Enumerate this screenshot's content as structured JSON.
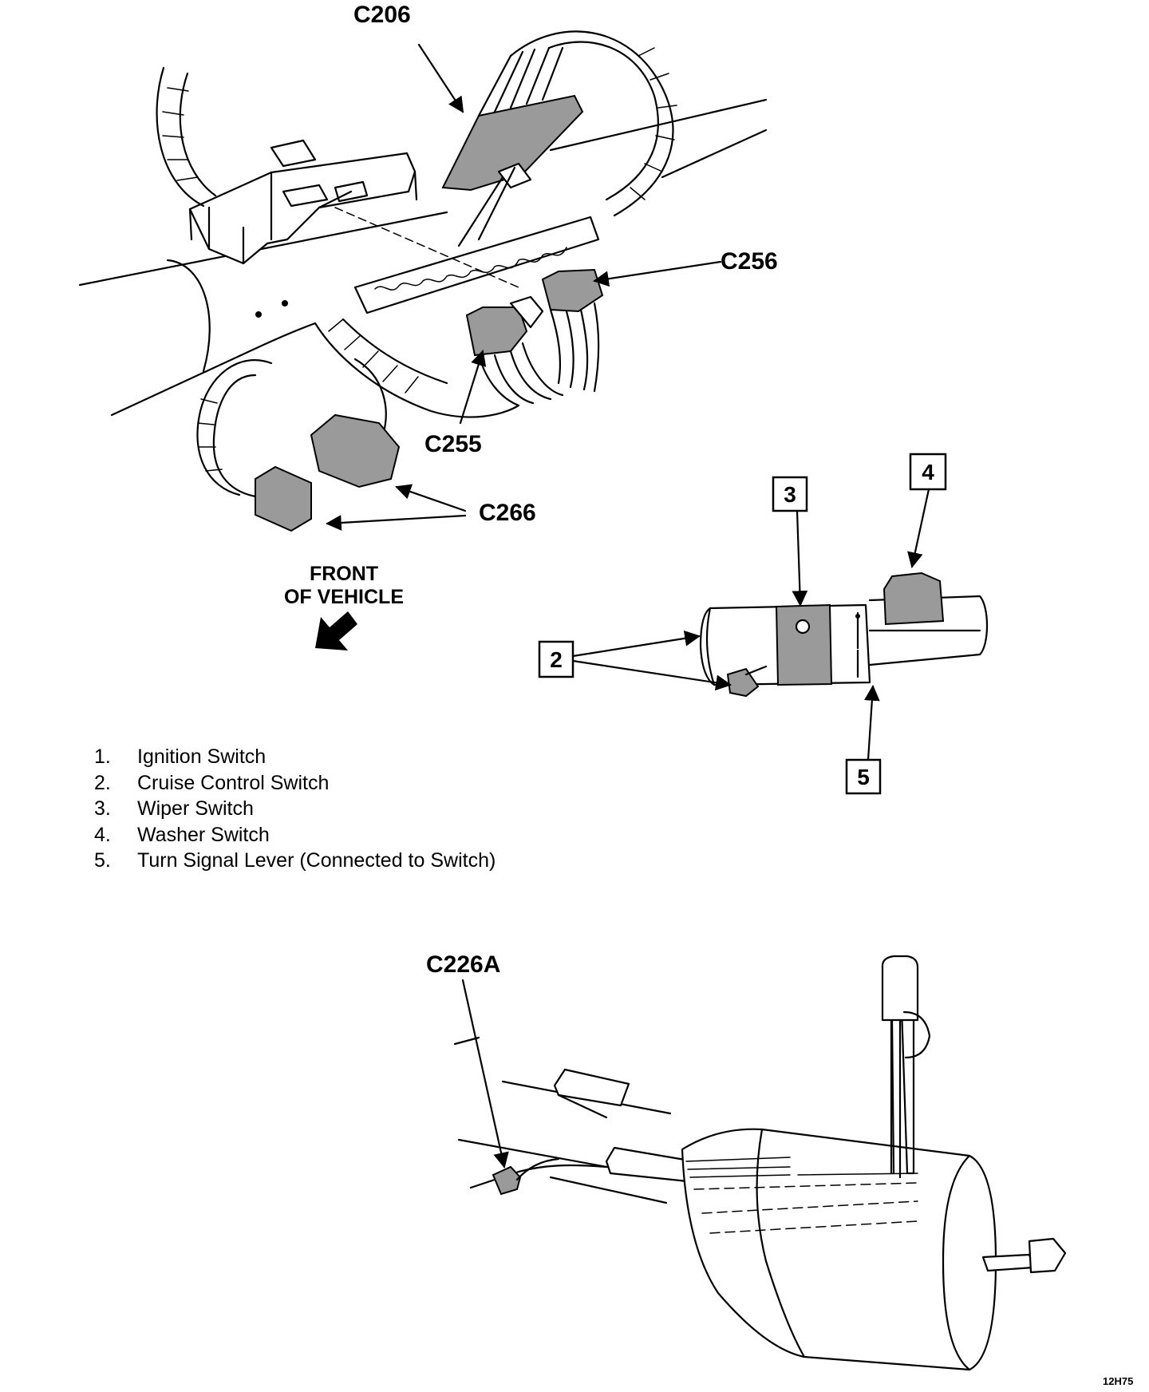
{
  "callouts": {
    "c206": "C206",
    "c256": "C256",
    "c255": "C255",
    "c266": "C266",
    "c226a": "C226A"
  },
  "front_of_vehicle": {
    "line1": "FRONT",
    "line2": "OF VEHICLE"
  },
  "switch_boxes": {
    "b2": "2",
    "b3": "3",
    "b4": "4",
    "b5": "5"
  },
  "legend": [
    {
      "index": "1.",
      "label": "Ignition Switch"
    },
    {
      "index": "2.",
      "label": "Cruise Control Switch"
    },
    {
      "index": "3.",
      "label": "Wiper Switch"
    },
    {
      "index": "4.",
      "label": "Washer Switch"
    },
    {
      "index": "5.",
      "label": "Turn Signal Lever (Connected to Switch)"
    }
  ],
  "figure_code": "12H75",
  "icons": {
    "front_arrow": "arrow-down-left-icon"
  }
}
